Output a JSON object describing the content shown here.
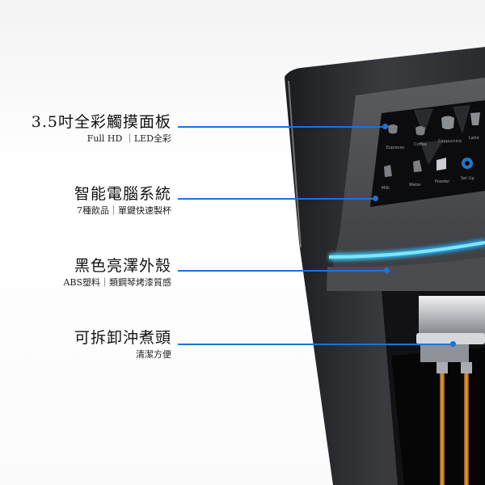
{
  "features": [
    {
      "title": "3.5吋全彩觸摸面板",
      "subtitle": "Full HD ｜LED全彩"
    },
    {
      "title": "智能電腦系統",
      "subtitle": "7種飲品｜單鍵快速製杯"
    },
    {
      "title": "黑色亮澤外殼",
      "subtitle": "ABS塑料｜類鋼琴烤漆質感"
    },
    {
      "title": "可拆卸沖煮頭",
      "subtitle": "清潔方便"
    }
  ],
  "screen_icons": [
    {
      "label": "Espresso",
      "icon": "espresso-cup-icon"
    },
    {
      "label": "Coffee",
      "icon": "coffee-cup-icon"
    },
    {
      "label": "Cappuccino",
      "icon": "cappuccino-cup-icon"
    },
    {
      "label": "Latte",
      "icon": "latte-glass-icon"
    },
    {
      "label": "Milk",
      "icon": "milk-icon"
    },
    {
      "label": "Water",
      "icon": "water-icon"
    },
    {
      "label": "Powder",
      "icon": "powder-icon"
    },
    {
      "label": "Set Up",
      "icon": "settings-icon"
    }
  ],
  "colors": {
    "callout": "#1a73d8",
    "led_strip": "#27c8ff",
    "body": "#2c2d30",
    "coffee": "#c8801f"
  }
}
